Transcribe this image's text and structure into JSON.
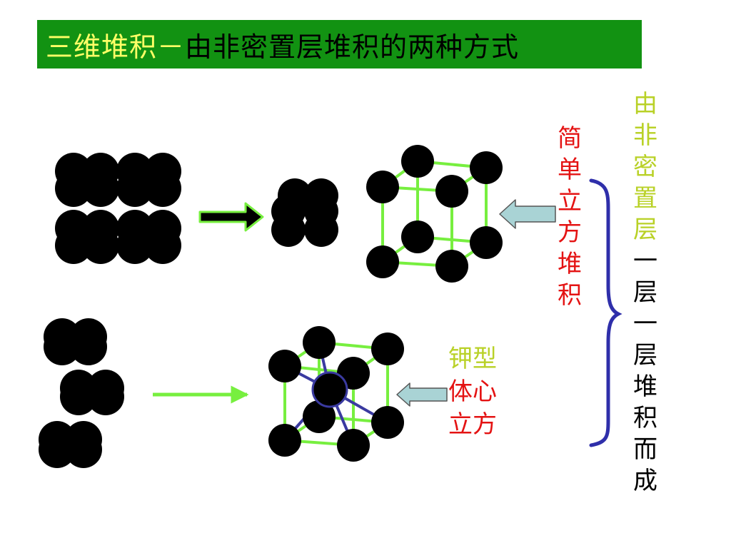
{
  "title": {
    "part1": "三维堆积－",
    "part2": "由非密置层堆积的两种方式"
  },
  "label_simple_cubic": [
    "简",
    "单",
    "立",
    "方",
    "堆",
    "积"
  ],
  "label_bcc": {
    "line1": "钾型",
    "line2": "体心",
    "line3": "立方"
  },
  "label_side": {
    "highlight": [
      "由",
      "非",
      "密",
      "置",
      "层"
    ],
    "rest": [
      "一",
      "层",
      "一",
      "层",
      "堆",
      "积",
      "而",
      "成"
    ]
  },
  "colors": {
    "title_bg": "#129212",
    "title_highlight": "#ffff66",
    "bond_green": "#77ef3f",
    "bond_blue": "#3a3aa0",
    "arrow_fill": "#a9d3d5",
    "brace": "#2f2faa",
    "red_text": "#e41313",
    "yellow_text": "#b9d127"
  }
}
